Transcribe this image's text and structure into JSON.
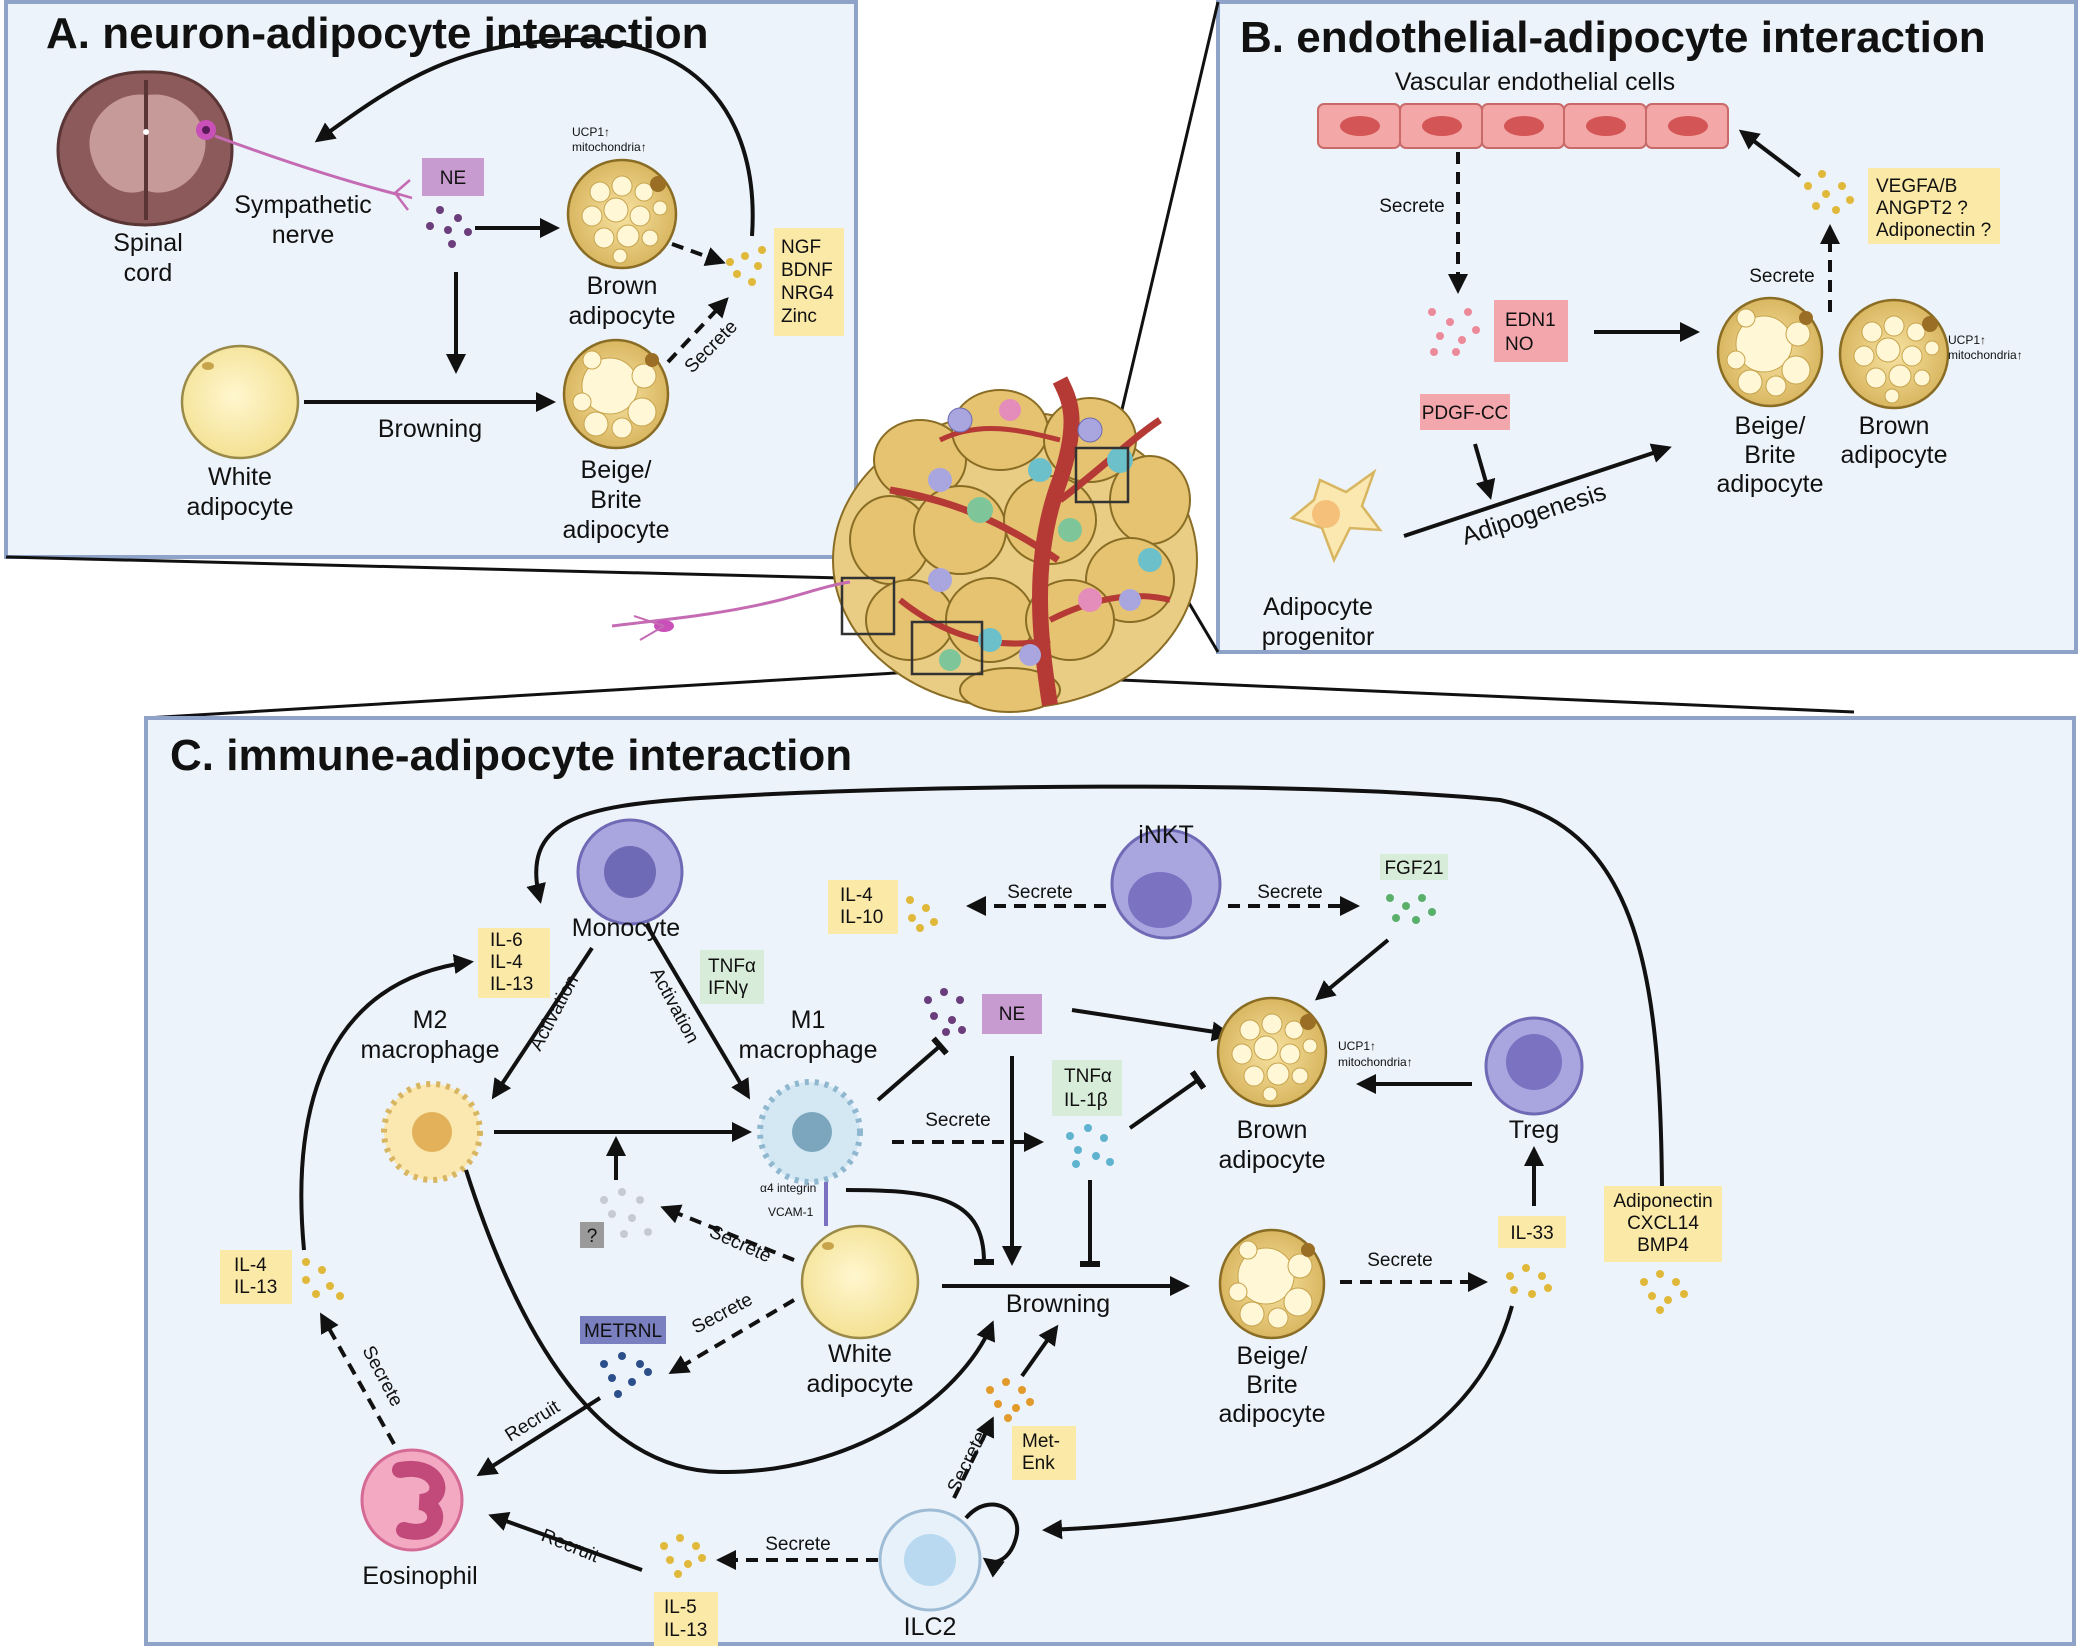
{
  "panels": {
    "A": {
      "title": "A. neuron-adipocyte interaction"
    },
    "B": {
      "title": "B. endothelial-adipocyte interaction"
    },
    "C": {
      "title": "C. immune-adipocyte interaction"
    }
  },
  "panelA": {
    "spinal_cord": [
      "Spinal",
      "cord"
    ],
    "sympathetic_nerve": [
      "Sympathetic",
      "nerve"
    ],
    "ne": "NE",
    "ucp1": [
      "UCP1↑",
      "mitochondria↑"
    ],
    "brown": [
      "Brown",
      "adipocyte"
    ],
    "white": [
      "White",
      "adipocyte"
    ],
    "browning": "Browning",
    "beige": [
      "Beige/",
      "Brite",
      "adipocyte"
    ],
    "secrete": "Secrete",
    "factors": [
      "NGF",
      "BDNF",
      "NRG4",
      "Zinc"
    ]
  },
  "panelB": {
    "vascular": "Vascular endothelial cells",
    "secrete_left": "Secrete",
    "edn1": [
      "EDN1",
      "NO"
    ],
    "pdgf": "PDGF-CC",
    "adipogenesis": "Adipogenesis",
    "progenitor": [
      "Adipocyte",
      "progenitor"
    ],
    "secrete_right": "Secrete",
    "factors": [
      "VEGFA/B",
      "ANGPT2 ?",
      "Adiponectin ?"
    ],
    "beige": [
      "Beige/",
      "Brite",
      "adipocyte"
    ],
    "brown": [
      "Brown",
      "adipocyte"
    ],
    "ucp1": [
      "UCP1↑",
      "mitochondria↑"
    ]
  },
  "panelC": {
    "monocyte": "Monocyte",
    "inkt": "iNKT",
    "il6_box": [
      "IL-6",
      "IL-4",
      "IL-13"
    ],
    "il4_10_box": [
      "IL-4",
      "IL-10"
    ],
    "fgf21": "FGF21",
    "tnf_ifn": [
      "TNFα",
      "IFNγ"
    ],
    "m2": [
      "M2",
      "macrophage"
    ],
    "m1": [
      "M1",
      "macrophage"
    ],
    "activation": "Activation",
    "ne": "NE",
    "tnf_il1": [
      "TNFα",
      "IL-1β"
    ],
    "brown": [
      "Brown",
      "adipocyte"
    ],
    "ucp1": [
      "UCP1↑",
      "mitochondria↑"
    ],
    "treg": "Treg",
    "secrete": "Secrete",
    "a4": "α4 integrin",
    "vcam": "VCAM-1",
    "question": "?",
    "il33": "IL-33",
    "adipo_box": [
      "Adiponectin",
      "CXCL14",
      "BMP4"
    ],
    "il4_13_box": [
      "IL-4",
      "IL-13"
    ],
    "metrnl": "METRNL",
    "white": [
      "White",
      "adipocyte"
    ],
    "browning": "Browning",
    "beige": [
      "Beige/",
      "Brite",
      "adipocyte"
    ],
    "recruit": "Recruit",
    "met_enk": [
      "Met-",
      "Enk"
    ],
    "eosinophil": "Eosinophil",
    "ilc2": "ILC2",
    "il5_box": [
      "IL-5",
      "IL-13"
    ]
  },
  "colors": {
    "panel_fill": "#edf3fa",
    "panel_border": "#8fa3c8",
    "yellow_box": "#fbe9a8",
    "pink_box": "#f3a7ad",
    "purple_box": "#c79ad0",
    "green_box": "#d7ecd9",
    "navy_box": "#7a7fc0",
    "adipocyte": "#e5c873",
    "vessel": "#b53a35"
  }
}
